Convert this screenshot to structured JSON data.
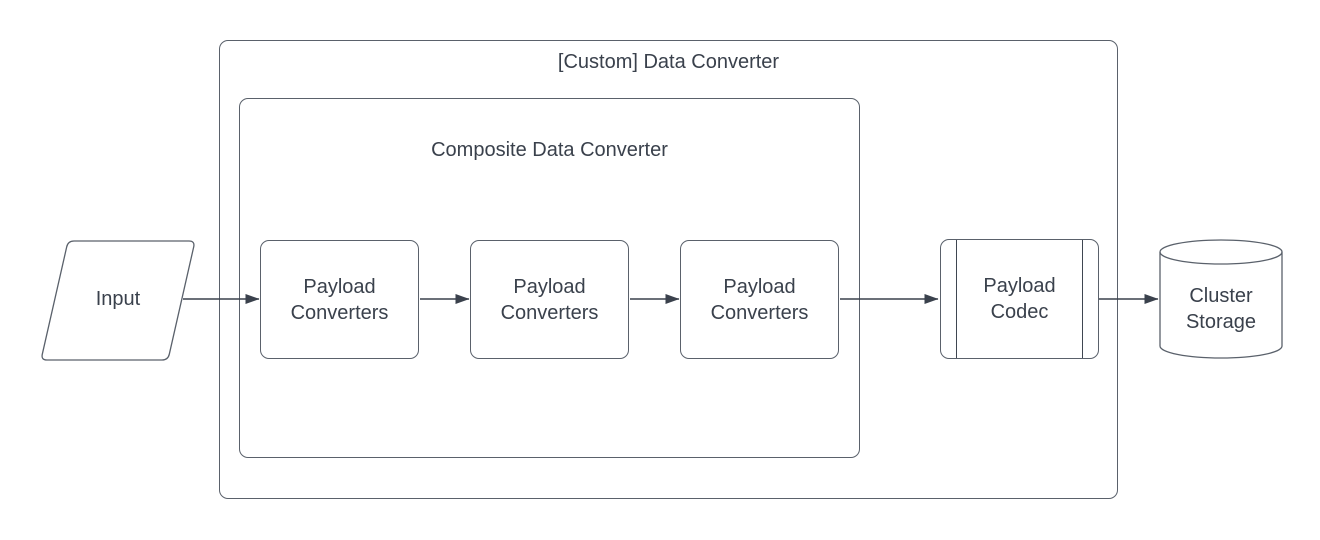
{
  "diagram": {
    "outer_group": {
      "label": "[Custom] Data Converter",
      "shape": "rounded-container"
    },
    "inner_group": {
      "label": "Composite Data Converter",
      "shape": "rounded-container"
    },
    "input": {
      "label": "Input",
      "shape": "parallelogram"
    },
    "payload_converters": [
      {
        "label": "Payload Converters"
      },
      {
        "label": "Payload Converters"
      },
      {
        "label": "Payload Converters"
      }
    ],
    "payload_codec": {
      "label": "Payload Codec",
      "shape": "predefined-process"
    },
    "cluster_storage": {
      "label": "Cluster Storage",
      "shape": "cylinder"
    },
    "edges": [
      {
        "from": "input",
        "to": "payload-converters-1"
      },
      {
        "from": "payload-converters-1",
        "to": "payload-converters-2"
      },
      {
        "from": "payload-converters-2",
        "to": "payload-converters-3"
      },
      {
        "from": "payload-converters-3",
        "to": "payload-codec"
      },
      {
        "from": "payload-codec",
        "to": "cluster-storage"
      }
    ]
  },
  "colors": {
    "background": "#ffffff",
    "shape_stroke": "#5a616b",
    "codec_inner_line": "#3f4651",
    "arrow": "#3a414c",
    "text": "#3a414c"
  }
}
